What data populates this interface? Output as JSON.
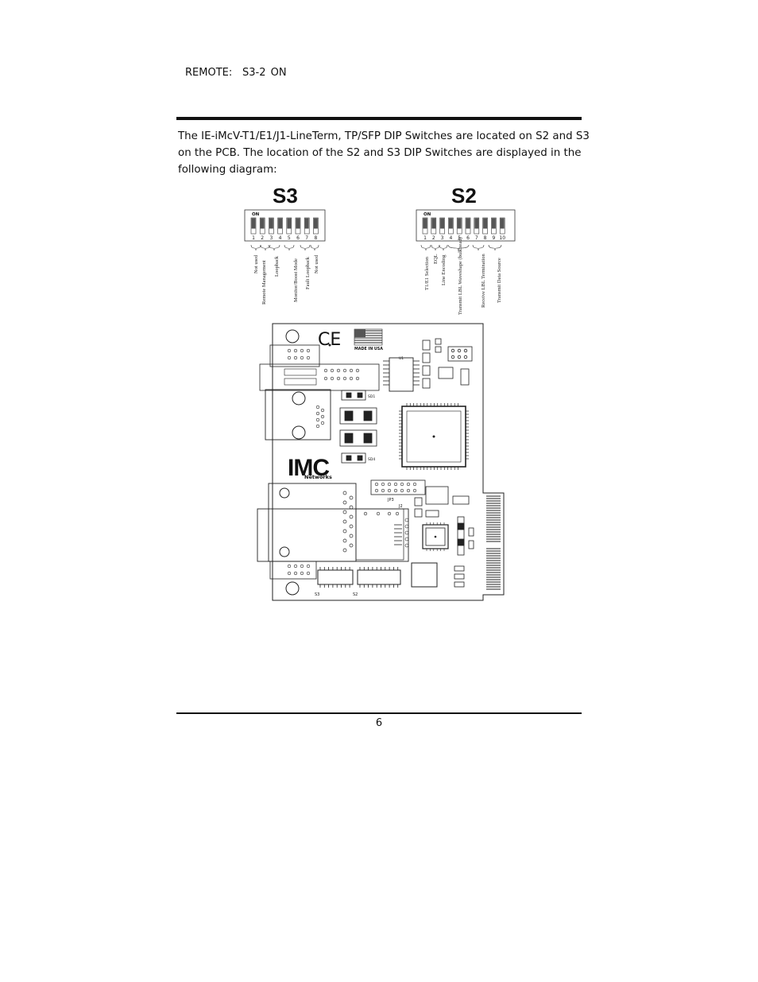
{
  "remote_line": {
    "label": "REMOTE:",
    "value": "S3-2 ON"
  },
  "intro_paragraph": "The IE-iMcV-T1/E1/J1-LineTerm, TP/SFP DIP Switches are located on S2 and S3 on the PCB.  The location of the S2 and S3 DIP Switches are displayed in the following diagram:",
  "s3": {
    "title": "S3",
    "on_label": "ON",
    "switch_numbers": [
      "1",
      "2",
      "3",
      "4",
      "5",
      "6",
      "7",
      "8"
    ],
    "labels": [
      "Not used",
      "Remote Management",
      "Loopback",
      "Monitor/Boost Mode",
      "Fault Loopback",
      "Not used"
    ]
  },
  "s2": {
    "title": "S2",
    "on_label": "ON",
    "switch_numbers": [
      "1",
      "2",
      "3",
      "4",
      "5",
      "6",
      "7",
      "8",
      "9",
      "10"
    ],
    "labels": [
      "T1/E1 Selection",
      "EQL",
      "Line Encoding",
      "Transmit LBL Waveshape (bulkhead)",
      "Receive LBL Termination",
      "Transmit Data Source"
    ]
  },
  "board": {
    "made_in": "MADE IN USA",
    "logo": "IMC",
    "logo_sub": "Networks",
    "ce_mark": "CE",
    "silk_labels": [
      "JP3",
      "J2",
      "S3",
      "S2",
      "U1",
      "SD1",
      "SD4"
    ]
  },
  "page_number": "6"
}
